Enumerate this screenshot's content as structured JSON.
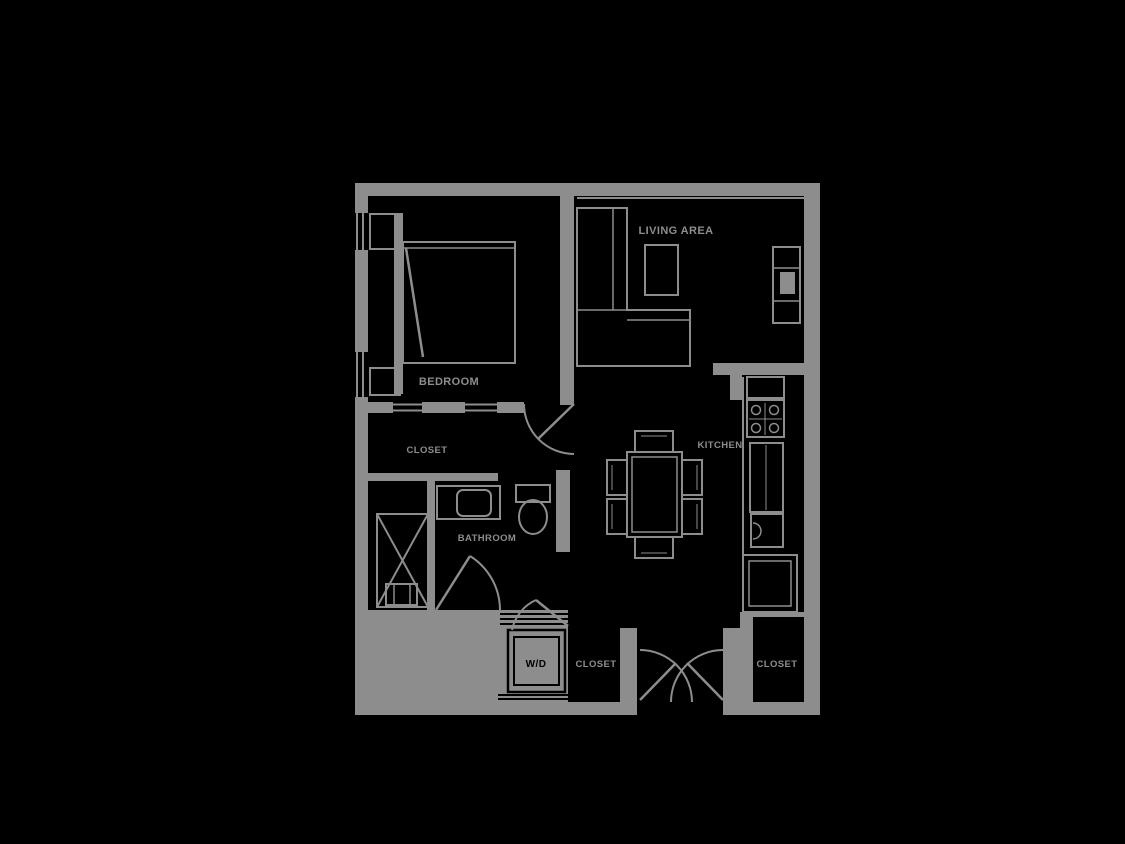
{
  "meta": {
    "type": "apartment floor plan",
    "background_color": "#000000",
    "line_color": "#8d8d8d",
    "text_color": "#8d8d8d"
  },
  "rooms": {
    "bedroom": {
      "label": "BEDROOM"
    },
    "living": {
      "label": "LIVING AREA"
    },
    "bedroom_closet": {
      "label": "CLOSET"
    },
    "bathroom": {
      "label": "BATHROOM"
    },
    "kitchen": {
      "label": "KITCHEN"
    },
    "laundry": {
      "label": "W/D"
    },
    "hall_closet": {
      "label": "CLOSET"
    },
    "entry_closet": {
      "label": "CLOSET"
    }
  },
  "fixtures": [
    "bed",
    "nightstand",
    "window",
    "wardrobe-x-box",
    "vanity-sink",
    "toilet",
    "washer-dryer-stack",
    "sectional-sofa",
    "coffee-table",
    "media-unit",
    "dining-table",
    "dining-chair",
    "cooktop-burners",
    "kitchen-counter",
    "kitchen-sink",
    "refrigerator",
    "door-swing"
  ]
}
